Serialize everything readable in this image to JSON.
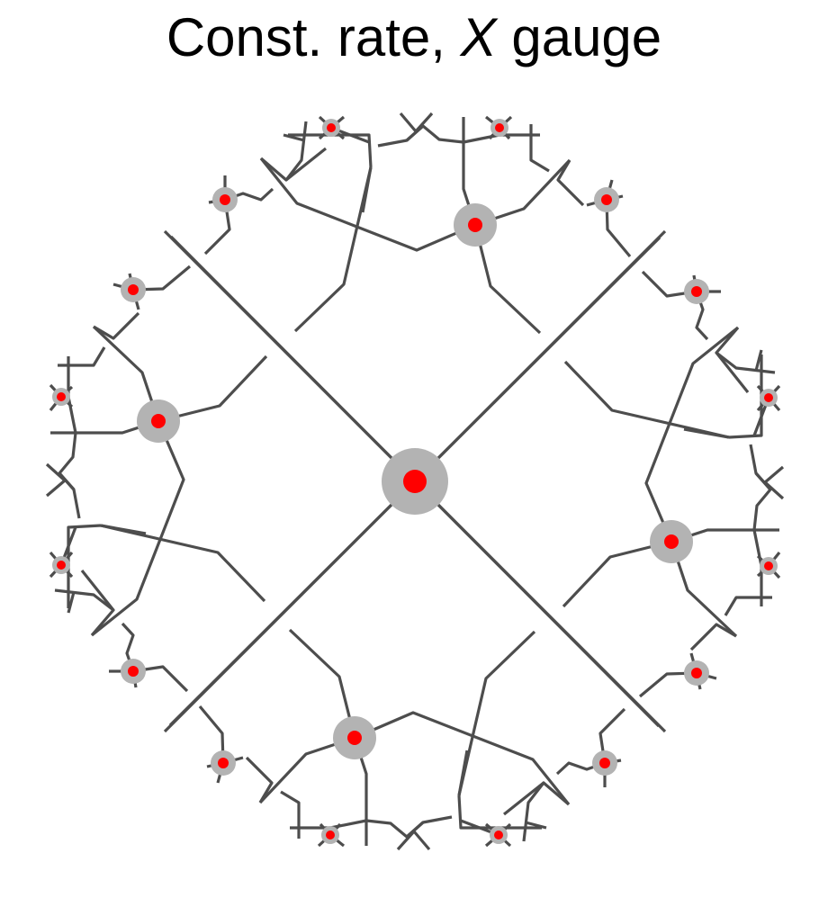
{
  "title": {
    "prefix": "Const. rate, ",
    "variable": "X",
    "suffix": " gauge"
  },
  "colors": {
    "edge": "#4d4d4d",
    "node_halo": "#b3b3b3",
    "node_core": "#ff0000",
    "background": "#ffffff"
  },
  "diagram": {
    "kind": "hyperbolic tree tiling",
    "symmetry": "4-fold",
    "node_levels": [
      {
        "level": 0,
        "count": 1
      },
      {
        "level": 1,
        "count": 4
      },
      {
        "level": 2,
        "count": 8
      },
      {
        "level": 3,
        "count": 8
      }
    ]
  }
}
